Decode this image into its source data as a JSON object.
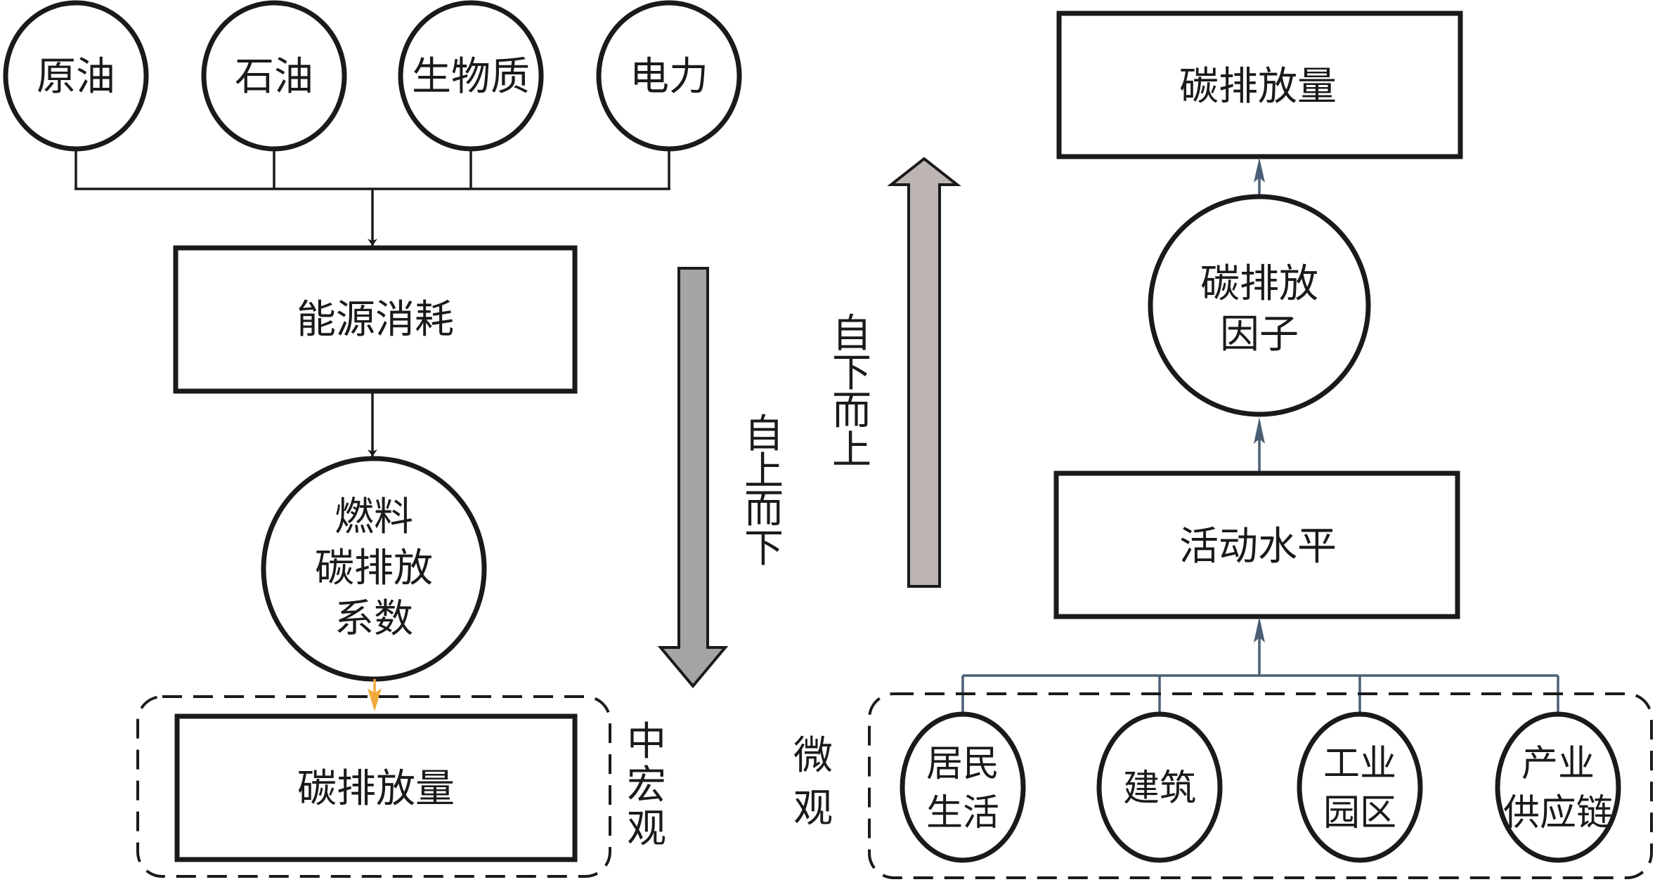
{
  "colors": {
    "stroke": "#1a1a1a",
    "top_down_connector": "#1a1a1a",
    "highlight_arrow": "#f2a93b",
    "bottom_up_connector": "#4a5f75",
    "top_down_arrow_fill": "#a4a4a4",
    "bottom_up_arrow_fill": "#bcb5b1"
  },
  "top_down": {
    "sources": [
      {
        "label": "原油"
      },
      {
        "label": "石油"
      },
      {
        "label": "生物质"
      },
      {
        "label": "电力"
      }
    ],
    "energy_consumption": {
      "label": "能源消耗"
    },
    "fuel_factor": {
      "lines": [
        "燃料",
        "碳排放",
        "系数"
      ]
    },
    "result": {
      "label": "碳排放量"
    },
    "scale_label": {
      "chars": [
        "中",
        "宏",
        "观"
      ]
    },
    "direction_label": {
      "chars": [
        "自",
        "上",
        "而",
        "下"
      ]
    }
  },
  "bottom_up": {
    "result": {
      "label": "碳排放量"
    },
    "emission_factor": {
      "lines": [
        "碳排放",
        "因子"
      ]
    },
    "activity_level": {
      "label": "活动水平"
    },
    "sectors": [
      {
        "lines": [
          "居民",
          "生活"
        ]
      },
      {
        "lines": [
          "建筑"
        ]
      },
      {
        "lines": [
          "工业",
          "园区"
        ]
      },
      {
        "lines": [
          "产业",
          "供应链"
        ]
      }
    ],
    "scale_label": {
      "chars": [
        "微",
        "观"
      ]
    },
    "direction_label": {
      "chars": [
        "自",
        "下",
        "而",
        "上"
      ]
    }
  }
}
